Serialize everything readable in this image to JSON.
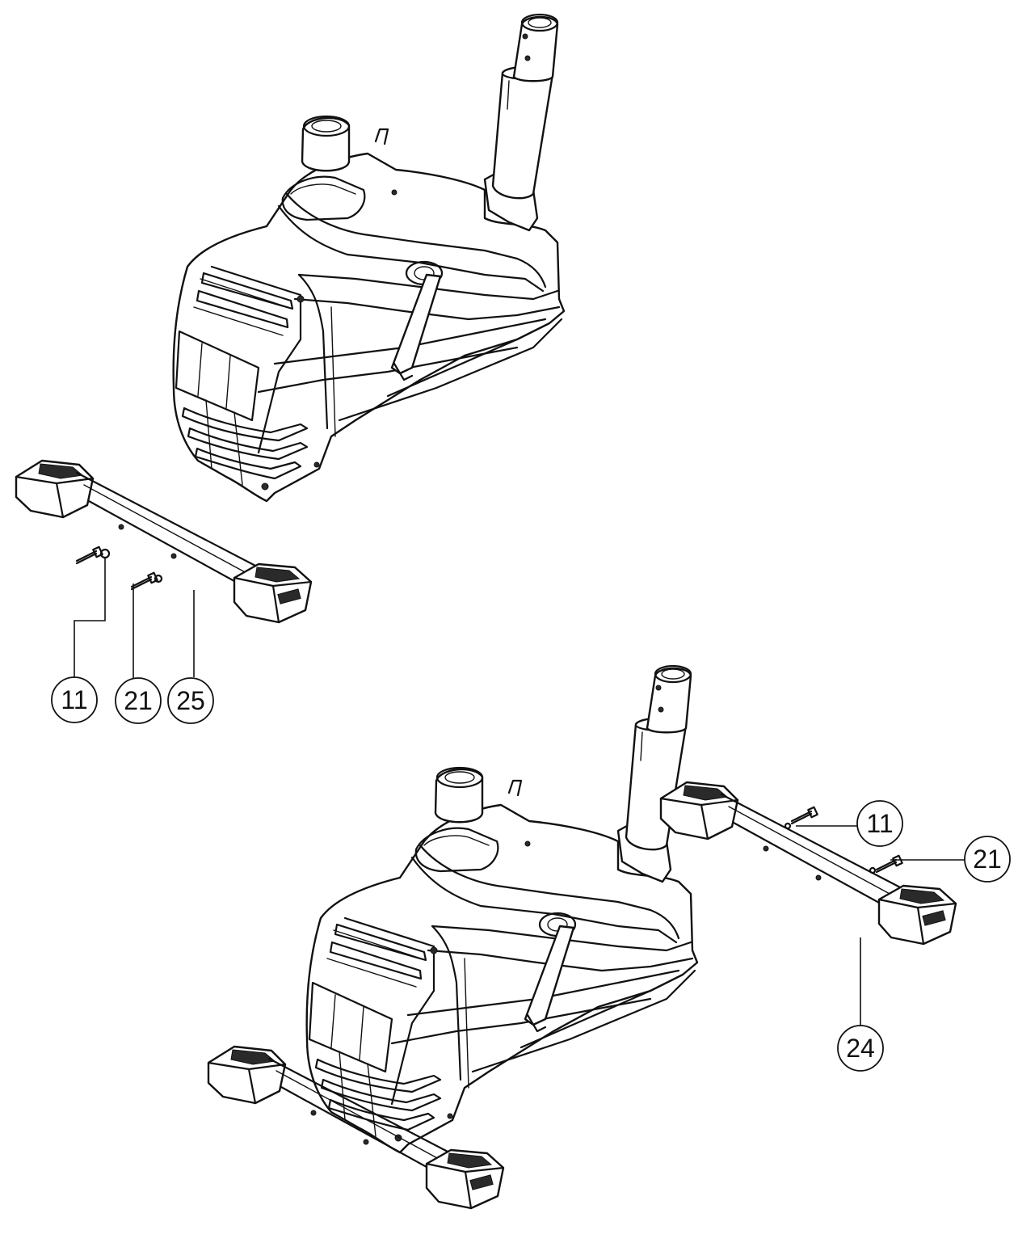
{
  "callouts": [
    {
      "label": "11"
    },
    {
      "label": "21"
    },
    {
      "label": "25"
    },
    {
      "label": "11"
    },
    {
      "label": "21"
    },
    {
      "label": "24"
    }
  ]
}
